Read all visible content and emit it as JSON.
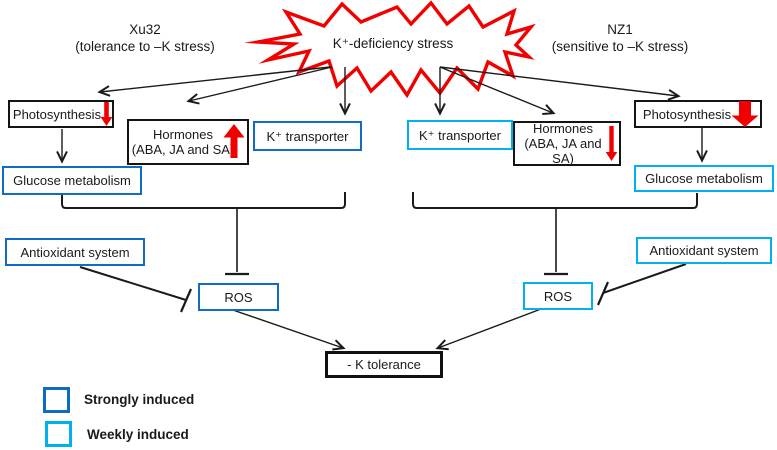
{
  "header": {
    "stress_label": "K⁺-deficiency stress",
    "left_group": "Xu32",
    "left_group_sub": "(tolerance to –K stress)",
    "right_group": "NZ1",
    "right_group_sub": "(sensitive to –K stress)"
  },
  "left": {
    "photosynthesis": "Photosynthesis",
    "photosynthesis_trend_icon": "red-arrow-down-small",
    "hormones_line1": "Hormones",
    "hormones_line2": "(ABA, JA and SA)",
    "hormones_trend_icon": "red-arrow-up-large",
    "k_transporter": "K⁺ transporter",
    "glucose": "Glucose metabolism",
    "antioxidant": "Antioxidant system",
    "ros": "ROS"
  },
  "right": {
    "k_transporter": "K⁺ transporter",
    "hormones_line1": "Hormones",
    "hormones_line2": "(ABA, JA and SA)",
    "hormones_trend_icon": "red-arrow-down-small",
    "photosynthesis": "Photosynthesis",
    "photosynthesis_trend_icon": "red-arrow-down-large",
    "glucose": "Glucose metabolism",
    "antioxidant": "Antioxidant system",
    "ros": "ROS"
  },
  "outcome": {
    "label": "- K tolerance"
  },
  "legend": {
    "strong": {
      "label": "Strongly induced",
      "color": "#0f6cc4"
    },
    "weak": {
      "label": "Weekly induced",
      "color": "#00b0f0"
    }
  },
  "colors": {
    "strong_blue": "#0f6cc4",
    "weak_blue": "#00b0f0",
    "trend_red": "#f20000",
    "line_black": "#1a1a1a"
  }
}
